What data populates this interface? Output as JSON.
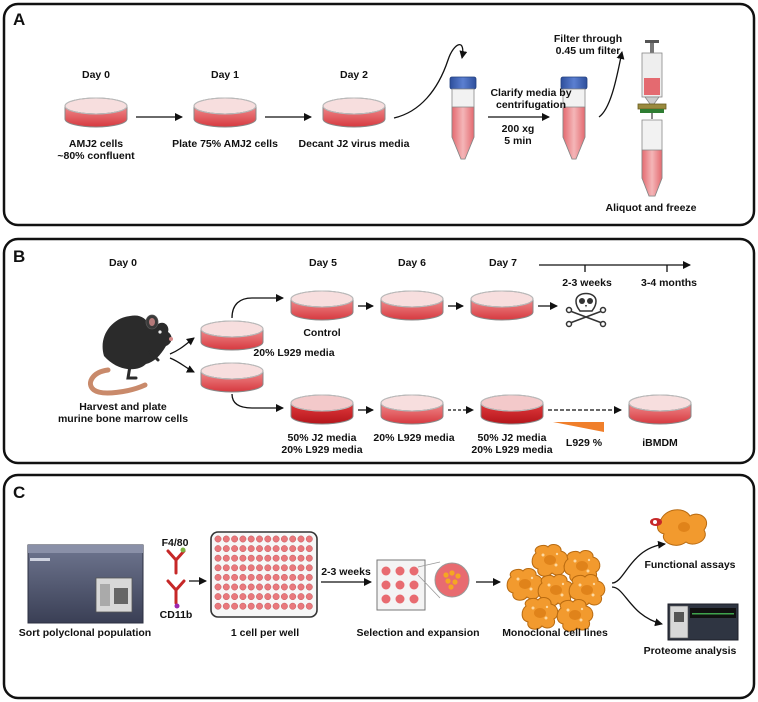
{
  "panels": {
    "a": {
      "letter": "A",
      "day0": "Day 0",
      "day1": "Day 1",
      "day2": "Day 2",
      "cells_line1": "AMJ2 cells",
      "cells_line2": "~80% confluent",
      "plate": "Plate 75% AMJ2 cells",
      "decant": "Decant J2 virus media",
      "clarify_line1": "Clarify media by",
      "clarify_line2": "centrifugation",
      "speed": "200 xg",
      "time": "5 min",
      "filter_line1": "Filter through",
      "filter_line2": "0.45 um filter",
      "aliquot": "Aliquot and freeze"
    },
    "b": {
      "letter": "B",
      "day0": "Day 0",
      "day5": "Day 5",
      "day6": "Day 6",
      "day7": "Day 7",
      "weeks": "2-3 weeks",
      "months": "3-4 months",
      "control": "Control",
      "control_media": "20% L929 media",
      "harvest_line1": "Harvest and plate",
      "harvest_line2": "murine bone marrow cells",
      "j2_50_a": "50% J2 media",
      "l929_20_a": "20% L929 media",
      "l929_20_b": "20% L929 media",
      "j2_50_b": "50% J2 media",
      "l929_20_c": "20% L929 media",
      "l929_pct": "L929 %",
      "ibmdm": "iBMDM"
    },
    "c": {
      "letter": "C",
      "f480": "F4/80",
      "cd11b": "CD11b",
      "sort": "Sort polyclonal population",
      "per_well": "1 cell per well",
      "weeks": "2-3 weeks",
      "selection": "Selection and expansion",
      "monoclonal": "Monoclonal cell lines",
      "functional": "Functional assays",
      "proteome": "Proteome analysis"
    }
  }
}
